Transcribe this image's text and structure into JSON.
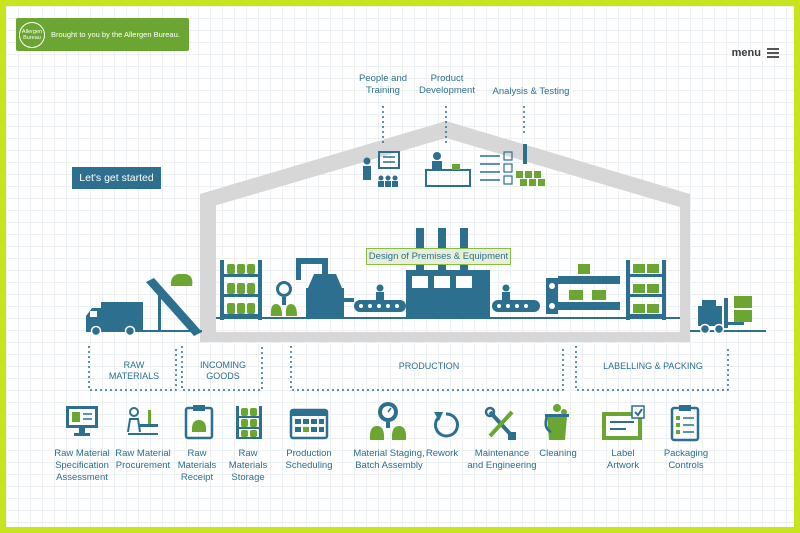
{
  "banner": {
    "logo_text": "Allergen Bureau",
    "text": "Brought to you by the Allergen Bureau."
  },
  "menu": {
    "label": "menu"
  },
  "cta": {
    "label": "Let's get started"
  },
  "top_labels": {
    "people_training": "People and\nTraining",
    "product_development": "Product\nDevelopment",
    "analysis_testing": "Analysis & Testing"
  },
  "design_label": "Design of Premises & Equipment",
  "sections": {
    "raw_materials": "RAW\nMATERIALS",
    "incoming_goods": "INCOMING\nGOODS",
    "production": "PRODUCTION",
    "labelling_packing": "LABELLING & PACKING"
  },
  "bottom_items": [
    {
      "id": "raw-material-spec",
      "label": "Raw Material\nSpecification\nAssessment",
      "icon": "monitor-checklist-icon"
    },
    {
      "id": "raw-material-procurement",
      "label": "Raw Material\nProcurement",
      "icon": "person-desk-icon"
    },
    {
      "id": "raw-materials-receipt",
      "label": "Raw\nMaterials\nReceipt",
      "icon": "clipboard-bag-icon"
    },
    {
      "id": "raw-materials-storage",
      "label": "Raw\nMaterials\nStorage",
      "icon": "shelf-bags-icon"
    },
    {
      "id": "production-scheduling",
      "label": "Production\nScheduling",
      "icon": "calendar-icon"
    },
    {
      "id": "material-staging",
      "label": "Material Staging,\nBatch Assembly",
      "icon": "scale-bags-icon"
    },
    {
      "id": "rework",
      "label": "Rework",
      "icon": "rework-arrow-icon"
    },
    {
      "id": "maintenance",
      "label": "Maintenance\nand Engineering",
      "icon": "tools-icon"
    },
    {
      "id": "cleaning",
      "label": "Cleaning",
      "icon": "bucket-icon"
    },
    {
      "id": "label-artwork",
      "label": "Label\nArtwork",
      "icon": "label-check-icon"
    },
    {
      "id": "packaging-controls",
      "label": "Packaging\nControls",
      "icon": "clipboard-list-icon"
    }
  ],
  "colors": {
    "teal": "#2c6f8e",
    "green": "#6aa631",
    "lime_border": "#c8e41e",
    "house_grey": "#d7d7d7"
  }
}
